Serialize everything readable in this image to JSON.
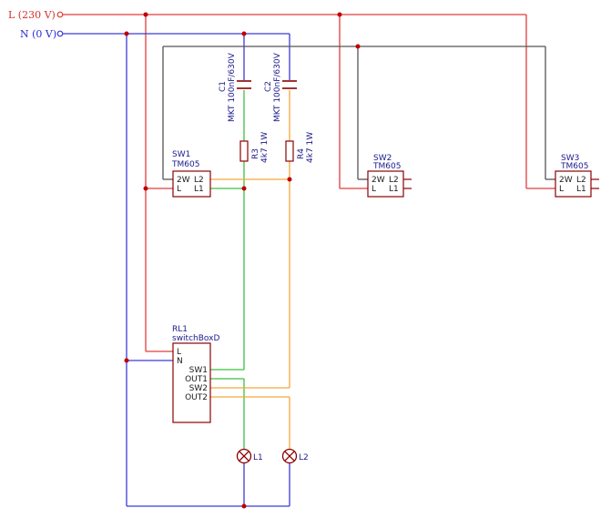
{
  "colors": {
    "live": "#e23c3c",
    "neutral": "#3b3bd9",
    "traveler": "#555555",
    "green": "#3fbf3f",
    "orange": "#f5a63a",
    "component": "#8b0000",
    "junction": "#c00000"
  },
  "rails": {
    "live": "L (230 V)",
    "neutral": "N (0 V)"
  },
  "capacitors": [
    {
      "ref": "C1",
      "value": "MKT 100nF/630V"
    },
    {
      "ref": "C2",
      "value": "MKT 100nF/630V"
    }
  ],
  "resistors": [
    {
      "ref": "R3",
      "value": "4k7 1W"
    },
    {
      "ref": "R4",
      "value": "4k7 1W"
    }
  ],
  "switches": [
    {
      "ref": "SW1",
      "value": "TM605",
      "pins_left": [
        "2W",
        "L"
      ],
      "pins_right": [
        "L2",
        "L1"
      ]
    },
    {
      "ref": "SW2",
      "value": "TM605",
      "pins_left": [
        "2W",
        "L"
      ],
      "pins_right": [
        "L2",
        "L1"
      ]
    },
    {
      "ref": "SW3",
      "value": "TM605",
      "pins_left": [
        "2W",
        "L"
      ],
      "pins_right": [
        "L2",
        "L1"
      ]
    }
  ],
  "relay": {
    "ref": "RL1",
    "value": "switchBoxD",
    "pins_left": [
      "L",
      "N"
    ],
    "pins_right": [
      "SW1",
      "OUT1",
      "SW2",
      "OUT2"
    ]
  },
  "lamps": [
    {
      "ref": "L1"
    },
    {
      "ref": "L2"
    }
  ]
}
